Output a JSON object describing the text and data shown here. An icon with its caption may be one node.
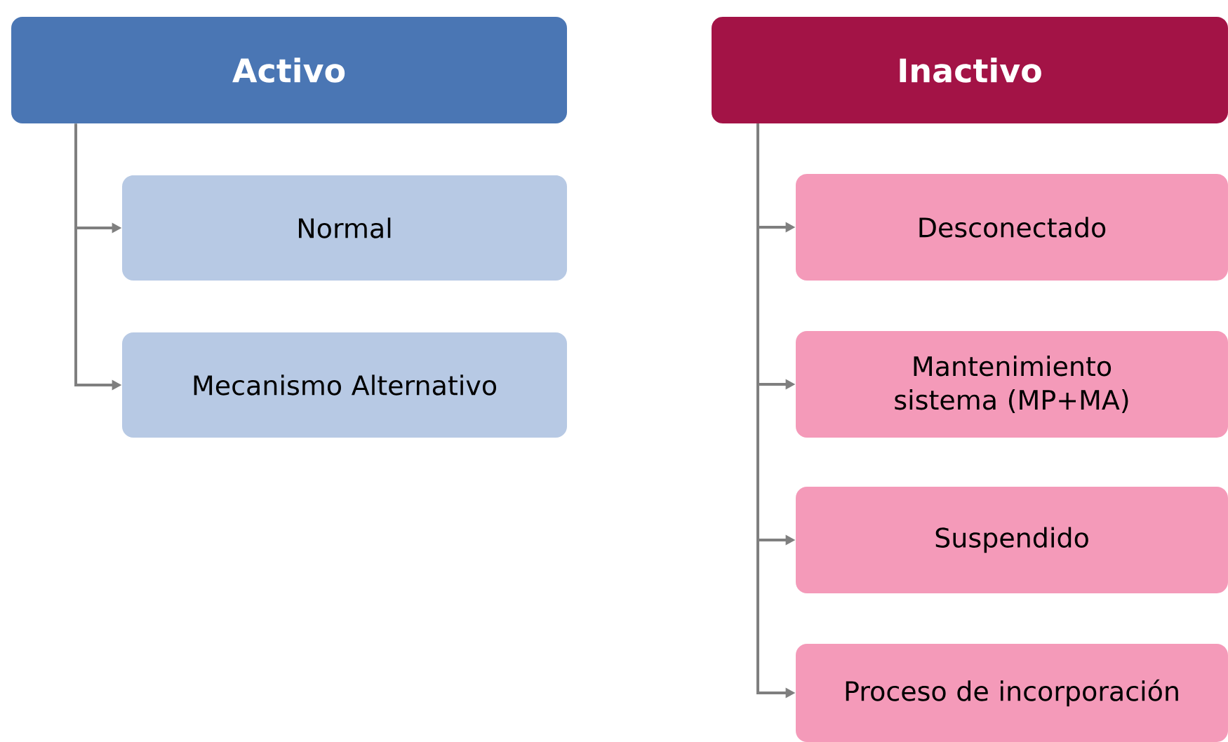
{
  "diagram": {
    "nodes": [
      {
        "text": [
          "Activo"
        ]
      },
      {
        "text": [
          "Normal"
        ]
      },
      {
        "text": [
          "Mecanismo Alternativo"
        ]
      },
      {
        "text": [
          "Inactivo"
        ]
      },
      {
        "text": [
          "Desconectado"
        ]
      },
      {
        "text": [
          "Mantenimiento sistema (MP+MA)"
        ]
      },
      {
        "text": [
          "Suspendido"
        ]
      },
      {
        "text": [
          "Proceso de incorporación"
        ]
      }
    ],
    "edges": [
      {
        "from": 0,
        "to": 1,
        "arrow": "to"
      },
      {
        "from": 0,
        "to": 2,
        "arrow": "to"
      },
      {
        "from": 3,
        "to": 4,
        "arrow": "to"
      },
      {
        "from": 3,
        "to": 5,
        "arrow": "to"
      },
      {
        "from": 3,
        "to": 6,
        "arrow": "to"
      },
      {
        "from": 3,
        "to": 7,
        "arrow": "to"
      }
    ]
  }
}
